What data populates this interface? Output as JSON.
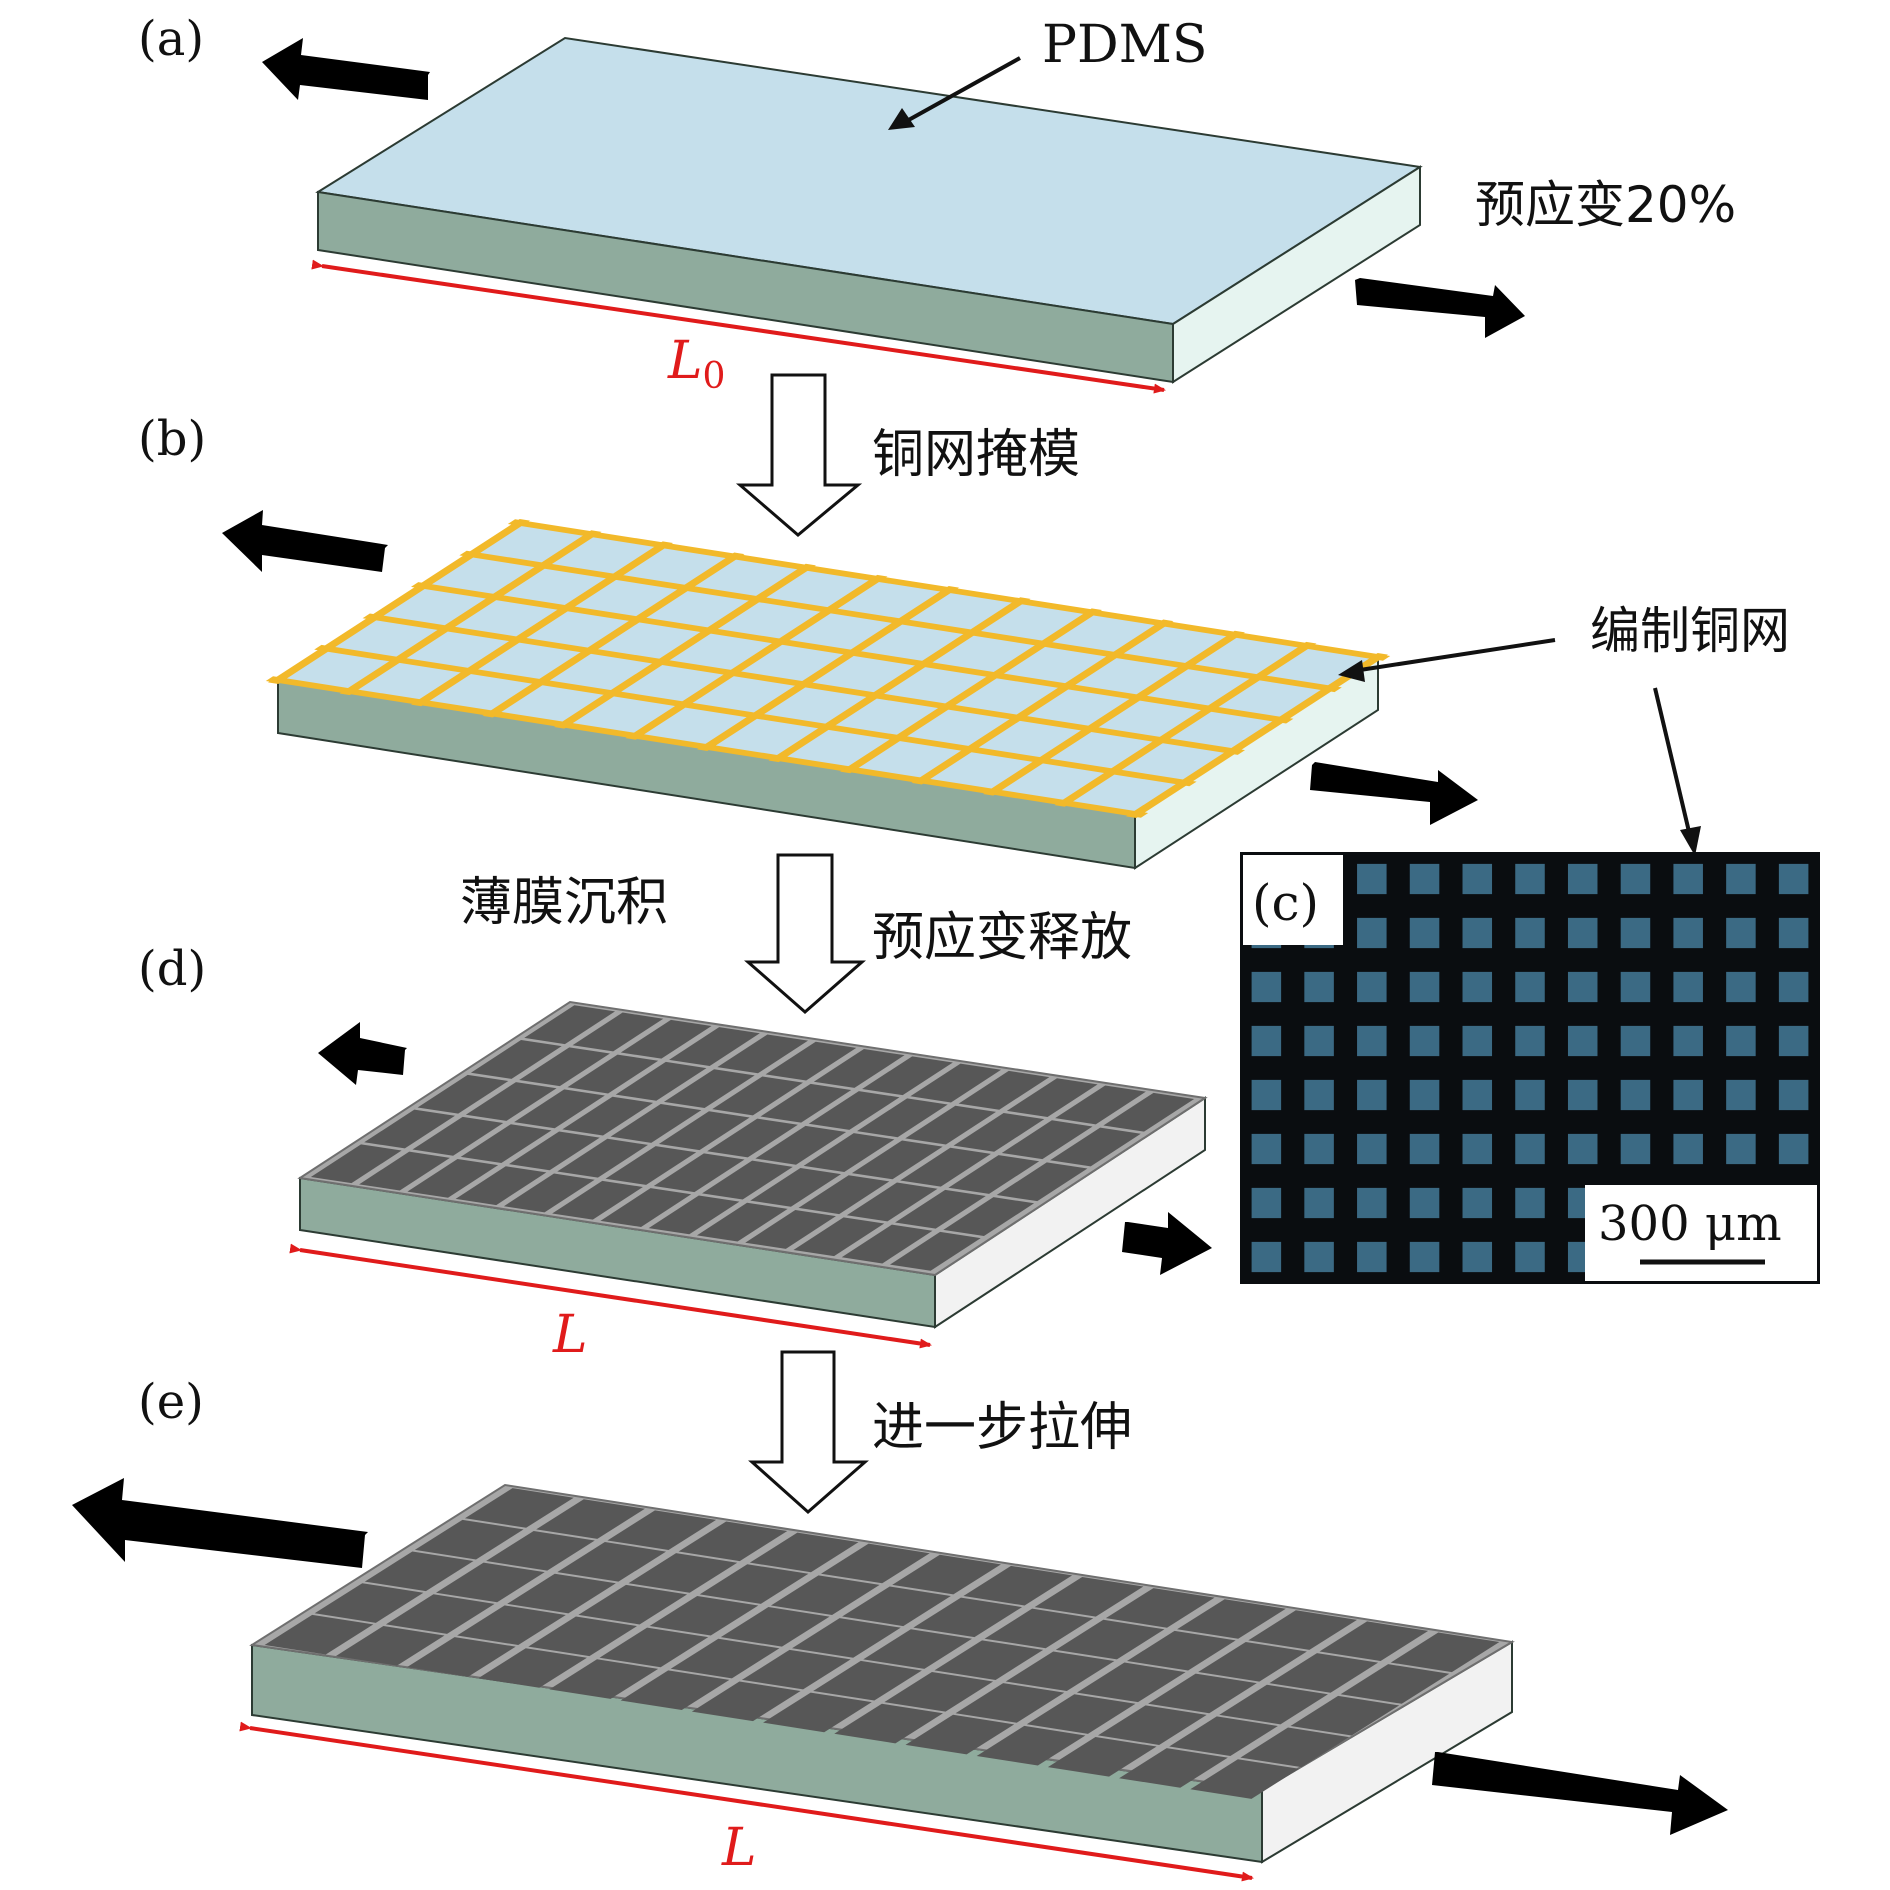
{
  "panels": {
    "a": "(a)",
    "b": "(b)",
    "c": "(c)",
    "d": "(d)",
    "e": "(e)"
  },
  "labels": {
    "pdms": "PDMS",
    "prestrain": "预应变20%",
    "L0_main": "L",
    "L0_sub": "0",
    "copper_mesh_mask": "铜网掩模",
    "woven_copper_mesh": "编制铜网",
    "film_deposition": "薄膜沉积",
    "prestrain_release": "预应变释放",
    "L_d": "L",
    "further_stretch": "进一步拉伸",
    "L_e": "L",
    "scale_bar": "300 μm"
  },
  "colors": {
    "pdms_top": "#c5dfeb",
    "pdms_side": "#8fab9d",
    "pdms_end": "#e6f4f0",
    "copper": "#f2b92a",
    "film_top": "#a7a7a7",
    "film_cell": "#575757",
    "dimension_red": "#e01b1b",
    "micrograph_bg": "#0a0d10",
    "micrograph_cell": "#3b6a84"
  }
}
